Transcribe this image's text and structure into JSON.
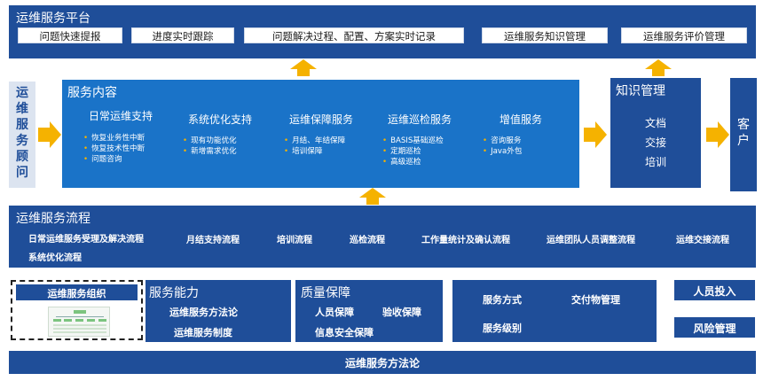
{
  "platform": {
    "title": "运维服务平台",
    "items": [
      "问题快速提报",
      "进度实时跟踪",
      "问题解决过程、配置、方案实时记录",
      "运维服务知识管理",
      "运维服务评价管理"
    ]
  },
  "advisor": {
    "title": "运维服务顾问"
  },
  "service": {
    "title": "服务内容",
    "columns": [
      {
        "title": "日常运维支持",
        "items": [
          "恢复业务性中断",
          "恢复技术性中断",
          "问题咨询"
        ]
      },
      {
        "title": "系统优化支持",
        "items": [
          "现有功能优化",
          "新增需求优化"
        ]
      },
      {
        "title": "运维保障服务",
        "items": [
          "月结、年结保障",
          "培训保障"
        ]
      },
      {
        "title": "运维巡检服务",
        "items": [
          "BASIS基础巡检",
          "定期巡检",
          "高级巡检"
        ]
      },
      {
        "title": "增值服务",
        "items": [
          "咨询服务",
          "Java外包"
        ]
      }
    ]
  },
  "knowledge": {
    "title": "知识管理",
    "items": [
      "文档",
      "交接",
      "培训"
    ]
  },
  "customer": {
    "title": "客户"
  },
  "process": {
    "title": "运维服务流程",
    "row1": [
      "日常运维服务受理及解决流程",
      "月结支持流程",
      "培训流程",
      "巡检流程",
      "工作量统计及确认流程",
      "运维团队人员调整流程",
      "运维交接流程"
    ],
    "row2": [
      "系统优化流程"
    ]
  },
  "org": {
    "title": "运维服务组织"
  },
  "capability": {
    "title": "服务能力",
    "items": [
      "运维服务方法论",
      "运维服务制度"
    ]
  },
  "quality": {
    "title": "质量保障",
    "items": [
      "人员保障",
      "验收保障",
      "信息安全保障"
    ]
  },
  "service_mode": {
    "items": [
      "服务方式",
      "交付物管理",
      "服务级别"
    ]
  },
  "investment": {
    "title": "人员投入"
  },
  "risk": {
    "title": "风险管理"
  },
  "footer": {
    "title": "运维服务方法论"
  },
  "colors": {
    "dark_blue": "#1f4e99",
    "mid_blue": "#1a73c8",
    "arrow": "#f5b200",
    "advisor_bg": "#dce4f0"
  }
}
